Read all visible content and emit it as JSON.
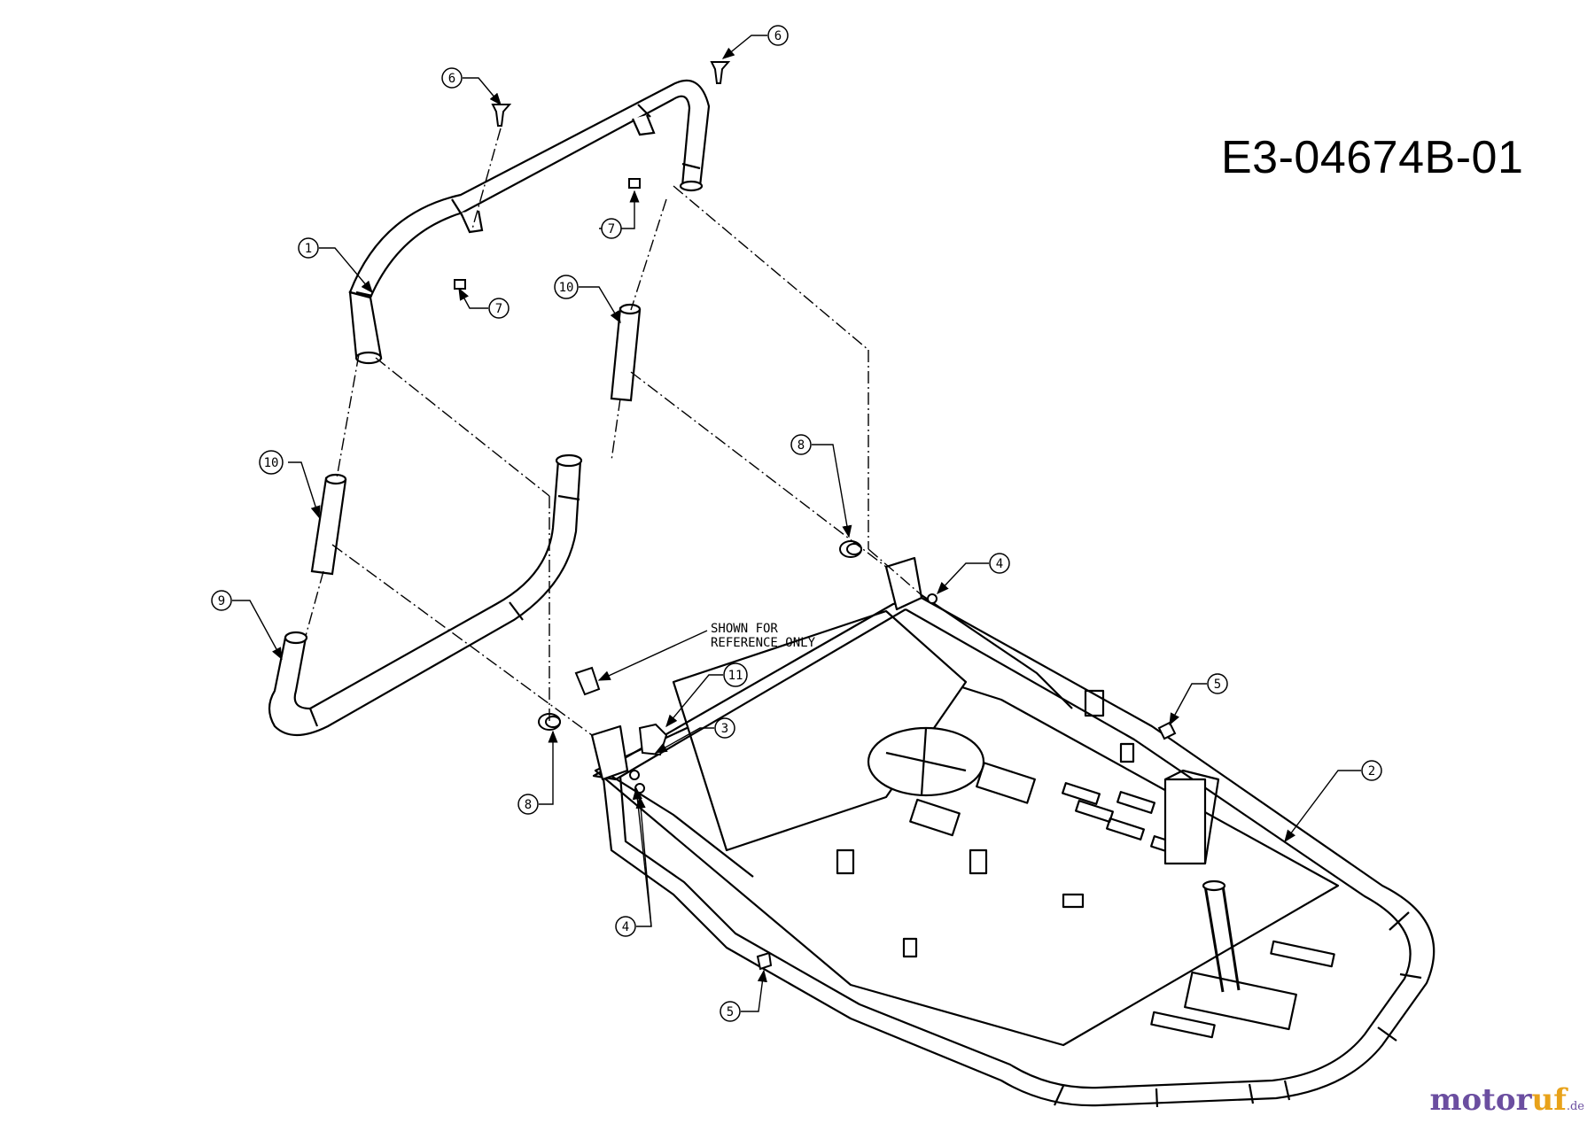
{
  "diagram": {
    "drawing_id": "E3-04674B-01",
    "note_line1": "SHOWN FOR",
    "note_line2": "REFERENCE ONLY",
    "watermark": {
      "part1": "motor",
      "part2": "uf",
      "part3": ".de"
    },
    "callouts": [
      {
        "num": "1"
      },
      {
        "num": "2"
      },
      {
        "num": "3"
      },
      {
        "num": "4"
      },
      {
        "num": "4"
      },
      {
        "num": "5"
      },
      {
        "num": "5"
      },
      {
        "num": "6"
      },
      {
        "num": "6"
      },
      {
        "num": "7"
      },
      {
        "num": "7"
      },
      {
        "num": "8"
      },
      {
        "num": "8"
      },
      {
        "num": "9"
      },
      {
        "num": "10"
      },
      {
        "num": "10"
      },
      {
        "num": "11"
      }
    ]
  }
}
